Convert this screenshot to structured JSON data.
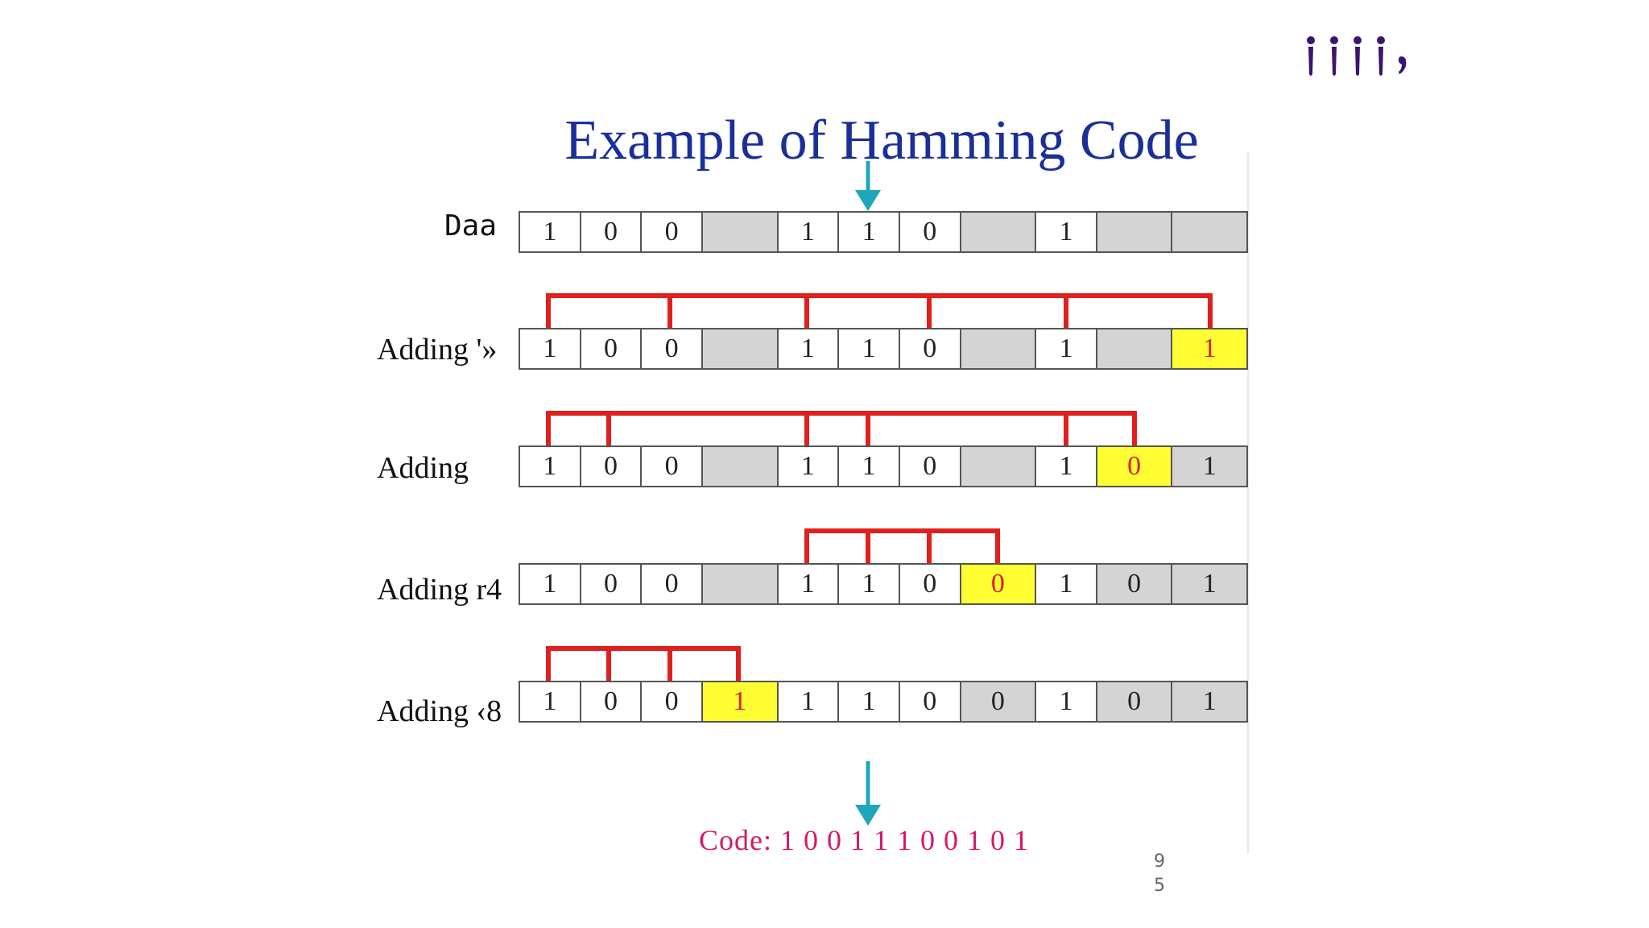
{
  "title": "Example of Hamming Code",
  "rows": [
    {
      "label": "Daa",
      "mono": true,
      "cells": [
        {
          "value": "1",
          "state": "white"
        },
        {
          "value": "0",
          "state": "white"
        },
        {
          "value": "0",
          "state": "white"
        },
        {
          "value": "",
          "state": "gray"
        },
        {
          "value": "1",
          "state": "white"
        },
        {
          "value": "1",
          "state": "white"
        },
        {
          "value": "0",
          "state": "white"
        },
        {
          "value": "",
          "state": "gray"
        },
        {
          "value": "1",
          "state": "white"
        },
        {
          "value": "",
          "state": "gray"
        },
        {
          "value": "",
          "state": "gray"
        }
      ],
      "parity_links": []
    },
    {
      "label": "Adding '»",
      "mono": false,
      "cells": [
        {
          "value": "1",
          "state": "white"
        },
        {
          "value": "0",
          "state": "white"
        },
        {
          "value": "0",
          "state": "white"
        },
        {
          "value": "",
          "state": "gray"
        },
        {
          "value": "1",
          "state": "white"
        },
        {
          "value": "1",
          "state": "white"
        },
        {
          "value": "0",
          "state": "white"
        },
        {
          "value": "",
          "state": "gray"
        },
        {
          "value": "1",
          "state": "white"
        },
        {
          "value": "",
          "state": "gray"
        },
        {
          "value": "1",
          "state": "yellow"
        }
      ],
      "parity_links": [
        0,
        2,
        4,
        6,
        8,
        10
      ]
    },
    {
      "label": "Adding",
      "mono": false,
      "cells": [
        {
          "value": "1",
          "state": "white"
        },
        {
          "value": "0",
          "state": "white"
        },
        {
          "value": "0",
          "state": "white"
        },
        {
          "value": "",
          "state": "gray"
        },
        {
          "value": "1",
          "state": "white"
        },
        {
          "value": "1",
          "state": "white"
        },
        {
          "value": "0",
          "state": "white"
        },
        {
          "value": "",
          "state": "gray"
        },
        {
          "value": "1",
          "state": "white"
        },
        {
          "value": "0",
          "state": "yellow"
        },
        {
          "value": "1",
          "state": "gray"
        }
      ],
      "parity_links": [
        0,
        1,
        4,
        5,
        8,
        9
      ]
    },
    {
      "label": "Adding r4",
      "mono": false,
      "cells": [
        {
          "value": "1",
          "state": "white"
        },
        {
          "value": "0",
          "state": "white"
        },
        {
          "value": "0",
          "state": "white"
        },
        {
          "value": "",
          "state": "gray"
        },
        {
          "value": "1",
          "state": "white"
        },
        {
          "value": "1",
          "state": "white"
        },
        {
          "value": "0",
          "state": "white"
        },
        {
          "value": "0",
          "state": "yellow"
        },
        {
          "value": "1",
          "state": "white"
        },
        {
          "value": "0",
          "state": "gray"
        },
        {
          "value": "1",
          "state": "gray"
        }
      ],
      "parity_links": [
        4,
        5,
        6,
        7
      ]
    },
    {
      "label": "Adding ‹8",
      "mono": false,
      "cells": [
        {
          "value": "1",
          "state": "white"
        },
        {
          "value": "0",
          "state": "white"
        },
        {
          "value": "0",
          "state": "white"
        },
        {
          "value": "1",
          "state": "yellow"
        },
        {
          "value": "1",
          "state": "white"
        },
        {
          "value": "1",
          "state": "white"
        },
        {
          "value": "0",
          "state": "white"
        },
        {
          "value": "0",
          "state": "gray"
        },
        {
          "value": "1",
          "state": "white"
        },
        {
          "value": "0",
          "state": "gray"
        },
        {
          "value": "1",
          "state": "gray"
        }
      ],
      "parity_links": [
        0,
        1,
        2,
        3
      ]
    }
  ],
  "code_line": "Code:  1 0 0 1 1 1 0 0 1 0 1",
  "slide_number": [
    "9",
    "5"
  ],
  "colors": {
    "title": "#1a2f9a",
    "bracket": "#e0201c",
    "arrow": "#1fa6b8",
    "highlight": "#ffff33",
    "gray_cell": "#d4d4d4",
    "code": "#d41a6a",
    "logo": "#3b1470"
  }
}
